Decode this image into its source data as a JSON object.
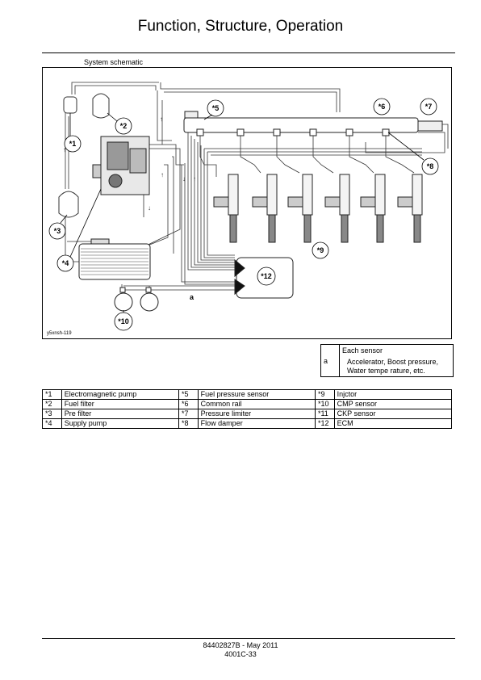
{
  "page": {
    "title": "Function, Structure, Operation",
    "section_label": "System schematic"
  },
  "diagram": {
    "callouts": [
      "*1",
      "*2",
      "*3",
      "*4",
      "*5",
      "*6",
      "*7",
      "*8",
      "*9",
      "*10",
      "*12"
    ],
    "sensor_marker": "a",
    "image_id": "y5xnsh-119"
  },
  "legend": {
    "key": "a",
    "title": "Each sensor",
    "detail": "Accelerator, Boost pressure, Water tempe rature, etc."
  },
  "parts": [
    [
      {
        "n": "*1",
        "name": "Electromagnetic pump"
      },
      {
        "n": "*5",
        "name": "Fuel pressure sensor"
      },
      {
        "n": "*9",
        "name": "Injctor"
      }
    ],
    [
      {
        "n": "*2",
        "name": "Fuel filter"
      },
      {
        "n": "*6",
        "name": "Common rail"
      },
      {
        "n": "*10",
        "name": "CMP sensor"
      }
    ],
    [
      {
        "n": "*3",
        "name": "Pre filter"
      },
      {
        "n": "*7",
        "name": "Pressure limiter"
      },
      {
        "n": "*11",
        "name": "CKP sensor"
      }
    ],
    [
      {
        "n": "*4",
        "name": "Supply pump"
      },
      {
        "n": "*8",
        "name": "Flow damper"
      },
      {
        "n": "*12",
        "name": "ECM"
      }
    ]
  ],
  "footer": {
    "doc_number": "84402827B - May 2011",
    "page_ref": "4001C-33"
  }
}
